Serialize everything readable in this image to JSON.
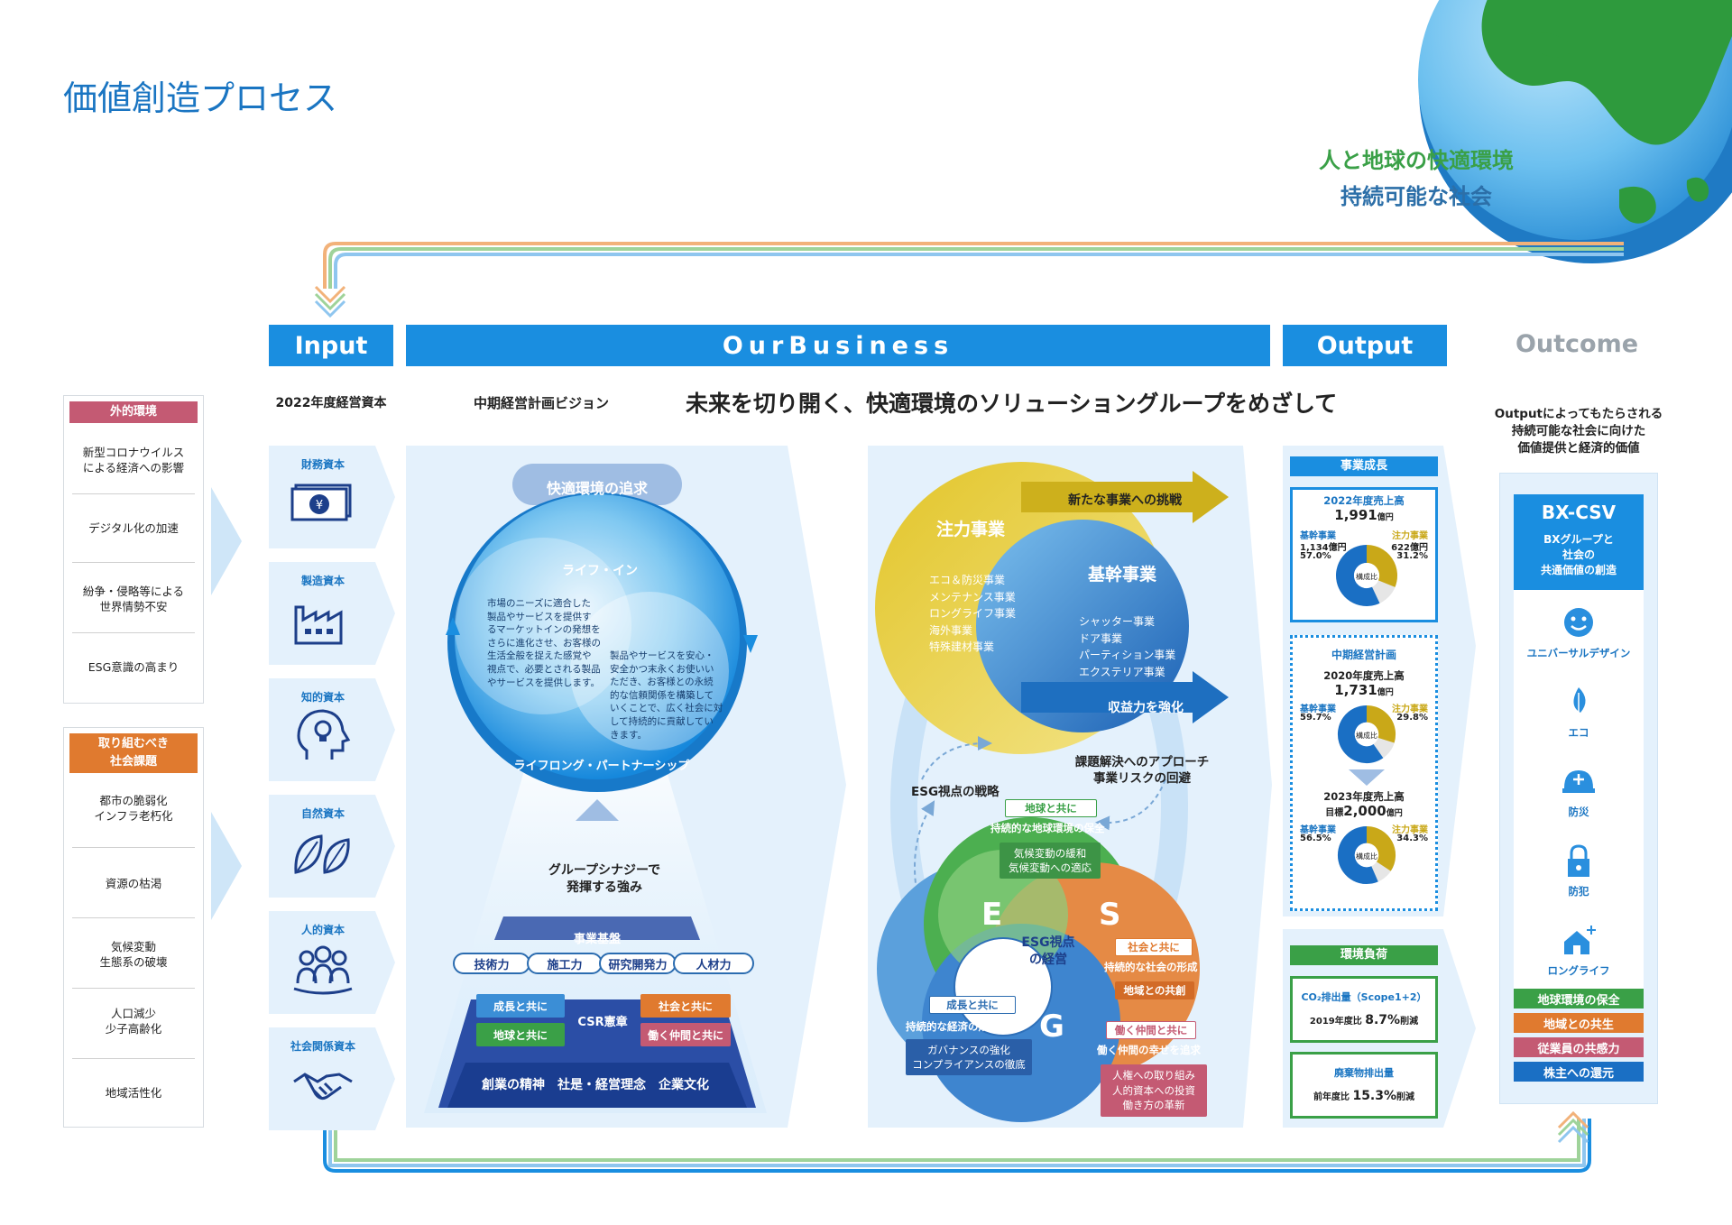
{
  "page_title": "価値創造プロセス",
  "globe": {
    "line1": "人と地球の快適環境",
    "line2": "持続可能な社会"
  },
  "headers": {
    "input": "Input",
    "business": "OurBusiness",
    "output": "Output",
    "outcome": "Outcome"
  },
  "subheaders": {
    "input": "2022年度経営資本",
    "vision": "中期経営計画ビジョン",
    "tagline": "未来を切り開く、快適環境のソリューショングループをめざして",
    "outcome": [
      "Outputによってもたらされる",
      "持続可能な社会に向けた",
      "価値提供と経済的価値"
    ]
  },
  "external": {
    "title": "外的環境",
    "items": [
      [
        "新型コロナウイルス",
        "による経済への影響"
      ],
      [
        "デジタル化の加速"
      ],
      [
        "紛争・侵略等による",
        "世界情勢不安"
      ],
      [
        "ESG意識の高まり"
      ]
    ]
  },
  "issues": {
    "title": [
      "取り組むべき",
      "社会課題"
    ],
    "items": [
      [
        "都市の脆弱化",
        "インフラ老朽化"
      ],
      [
        "資源の枯渇"
      ],
      [
        "気候変動",
        "生態系の破壊"
      ],
      [
        "人口減少",
        "少子高齢化"
      ],
      [
        "地域活性化"
      ]
    ]
  },
  "capitals": [
    {
      "label": "財務資本",
      "icon": "yen-banknote-icon"
    },
    {
      "label": "製造資本",
      "icon": "factory-icon"
    },
    {
      "label": "知的資本",
      "icon": "lightbulb-head-icon"
    },
    {
      "label": "自然資本",
      "icon": "leaves-icon"
    },
    {
      "label": "人的資本",
      "icon": "people-icon"
    },
    {
      "label": "社会関係資本",
      "icon": "handshake-icon"
    }
  ],
  "vision": {
    "top": "快適環境の追求",
    "life_in": "ライフ・イン",
    "life_in_text": [
      "市場のニーズに適合した",
      "製品やサービスを提供す",
      "るマーケットインの発想を",
      "さらに進化させ、お客様の",
      "生活全般を捉えた感覚や",
      "視点で、必要とされる製品",
      "やサービスを提供します。"
    ],
    "lifelong_text": [
      "製品やサービスを安心・",
      "安全かつ末永くお使いい",
      "ただき、お客様との永続",
      "的な信頼関係を構築して",
      "いくことで、広く社会に対",
      "して持続的に貢献してい",
      "きます。"
    ],
    "lifelong": "ライフロング・パートナーシップ",
    "synergy": [
      "グループシナジーで",
      "発揮する強み"
    ],
    "base_title": "事業基盤",
    "pills": [
      "技術力",
      "施工力",
      "研究開発力",
      "人材力"
    ],
    "csr": "CSR憲章",
    "csr_tags": [
      "成長と共に",
      "地球と共に",
      "社会と共に",
      "働く仲間と共に"
    ],
    "foundation": "創業の精神　社是・経営理念　企業文化"
  },
  "business": {
    "focus_title": "注力事業",
    "focus_items": [
      "エコ＆防災事業",
      "メンテナンス事業",
      "ロングライフ事業",
      "海外事業",
      "特殊建材事業"
    ],
    "core_title": "基幹事業",
    "core_items": [
      "シャッター事業",
      "ドア事業",
      "パーティション事業",
      "エクステリア事業"
    ],
    "arrow1": "新たな事業への挑戦",
    "arrow2": "収益力を強化",
    "approach": [
      "課題解決へのアプローチ",
      "事業リスクの回避"
    ],
    "esg_strategy": "ESG視点の戦略",
    "esg_center": [
      "ESG視点",
      "の経営"
    ],
    "e_letter": "E",
    "s_letter": "S",
    "g_letter": "G",
    "e_tag": "地球と共に",
    "e_sub": "持続的な地球環境の保全",
    "e_box": [
      "気候変動の緩和",
      "気候変動への適応"
    ],
    "s_tag": "社会と共に",
    "s_sub": "持続的な社会の形成",
    "s_box": "地域との共創",
    "g_tag": "成長と共に",
    "g_sub": "持続的な経済の成長",
    "g_box": [
      "ガバナンスの強化",
      "コンプライアンスの徹底"
    ],
    "w_tag": "働く仲間と共に",
    "w_sub": "働く仲間の幸せを追求",
    "w_box": [
      "人権への取り組み",
      "人的資本への投資",
      "働き方の革新"
    ]
  },
  "output": {
    "growth_title": "事業成長",
    "fy2022_title": "2022年度売上高",
    "fy2022_value": "1,991",
    "unit": "億円",
    "core_label": "基幹事業",
    "focus_label": "注力事業",
    "ratio_label": "構成比",
    "fy2022_core": "1,134億円",
    "fy2022_core_pct": "57.0%",
    "fy2022_focus": "622億円",
    "fy2022_focus_pct": "31.2%",
    "plan_title": "中期経営計画",
    "fy2020_title": "2020年度売上高",
    "fy2020_value": "1,731",
    "fy2020_core_pct": "59.7%",
    "fy2020_focus_pct": "29.8%",
    "fy2023_title": "2023年度売上高",
    "target_label": "目標",
    "fy2023_value": "2,000",
    "fy2023_core_pct": "56.5%",
    "fy2023_focus_pct": "34.3%",
    "env_title": "環境負荷",
    "co2_title": "CO₂排出量（Scope1+2）",
    "co2_prefix": "2019年度比",
    "co2_value": "8.7%",
    "co2_suffix": "削減",
    "waste_title": "廃棄物排出量",
    "waste_prefix": "前年度比",
    "waste_value": "15.3%",
    "waste_suffix": "削減"
  },
  "outcome": {
    "bx_title": "BX-CSV",
    "bx_text": [
      "BXグループと",
      "社会の",
      "共通価値の創造"
    ],
    "icons": [
      {
        "label": "ユニバーサルデザイン",
        "icon": "smiley-icon"
      },
      {
        "label": "エコ",
        "icon": "leaf-icon"
      },
      {
        "label": "防災",
        "icon": "helmet-icon"
      },
      {
        "label": "防犯",
        "icon": "lock-icon"
      },
      {
        "label": "ロングライフ",
        "icon": "house-sparkle-icon"
      }
    ],
    "bars": [
      "地球環境の保全",
      "地域との共生",
      "従業員の共感力",
      "株主への還元"
    ]
  },
  "colors": {
    "primary_blue": "#1a8ee0",
    "title_blue": "#1a75c2",
    "green": "#3aa047",
    "orange": "#e07a2f",
    "pink": "#c45a73",
    "yellow": "#c9a818",
    "navy": "#1d3f8a"
  }
}
